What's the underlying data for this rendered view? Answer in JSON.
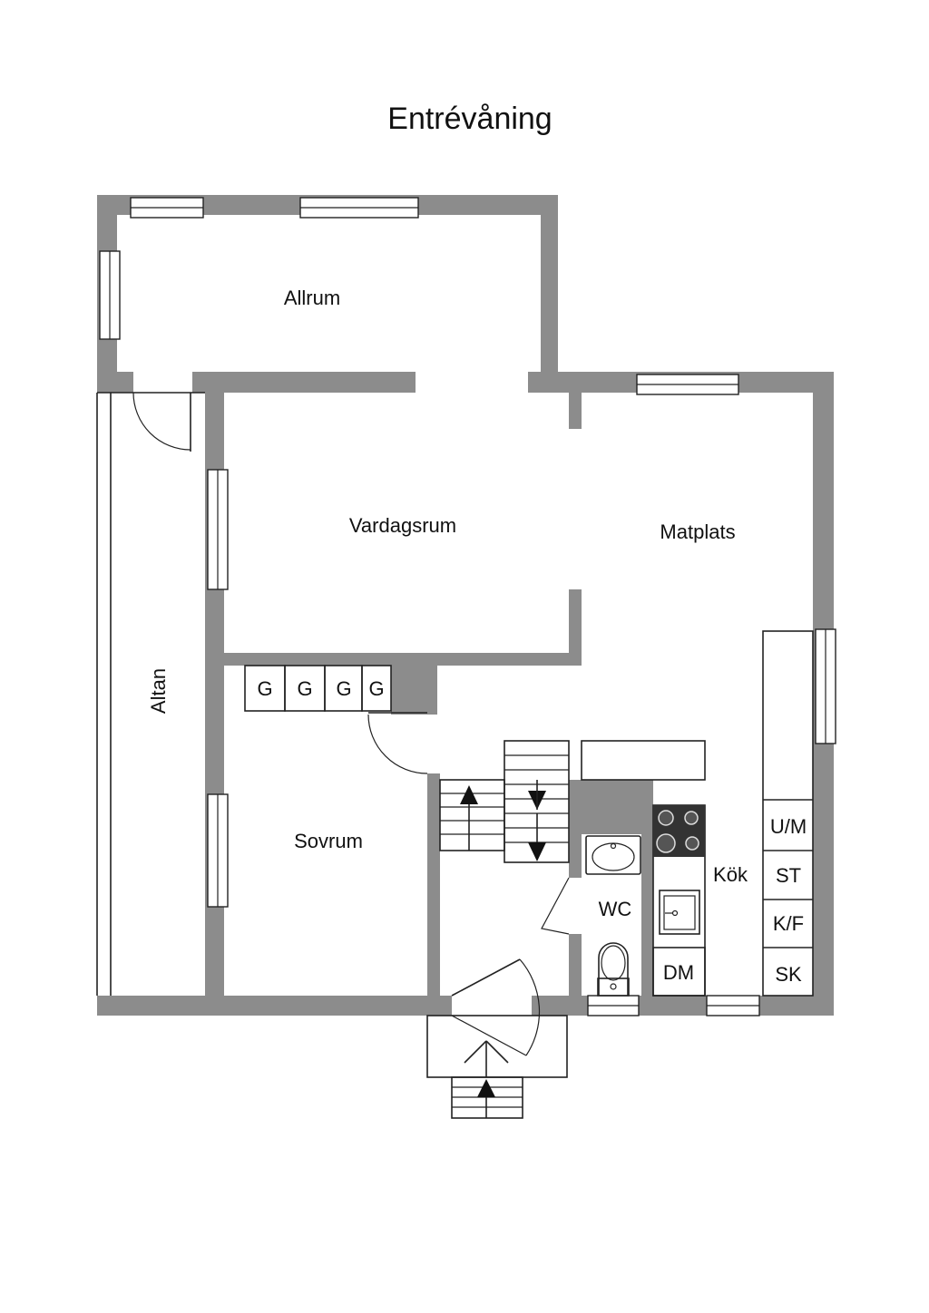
{
  "title": "Entrévåning",
  "colors": {
    "wall": "#8c8c8c",
    "line": "#222222",
    "stove": "#333333",
    "background": "#ffffff"
  },
  "rooms": {
    "allrum": "Allrum",
    "vardagsrum": "Vardagsrum",
    "matplats": "Matplats",
    "altan": "Altan",
    "sovrum": "Sovrum",
    "wc": "WC",
    "kok": "Kök"
  },
  "wardrobes": [
    "G",
    "G",
    "G",
    "G"
  ],
  "appliances": {
    "um": "U/M",
    "st": "ST",
    "kf": "K/F",
    "sk": "SK",
    "dm": "DM"
  },
  "icons": {
    "stair_arrow_up": "arrow-up-icon",
    "stair_arrow_down": "arrow-down-icon",
    "entrance_arrow": "entrance-arrow-icon",
    "stove": "stove-icon",
    "sink": "sink-icon",
    "toilet": "toilet-icon",
    "washbasin": "washbasin-icon"
  }
}
